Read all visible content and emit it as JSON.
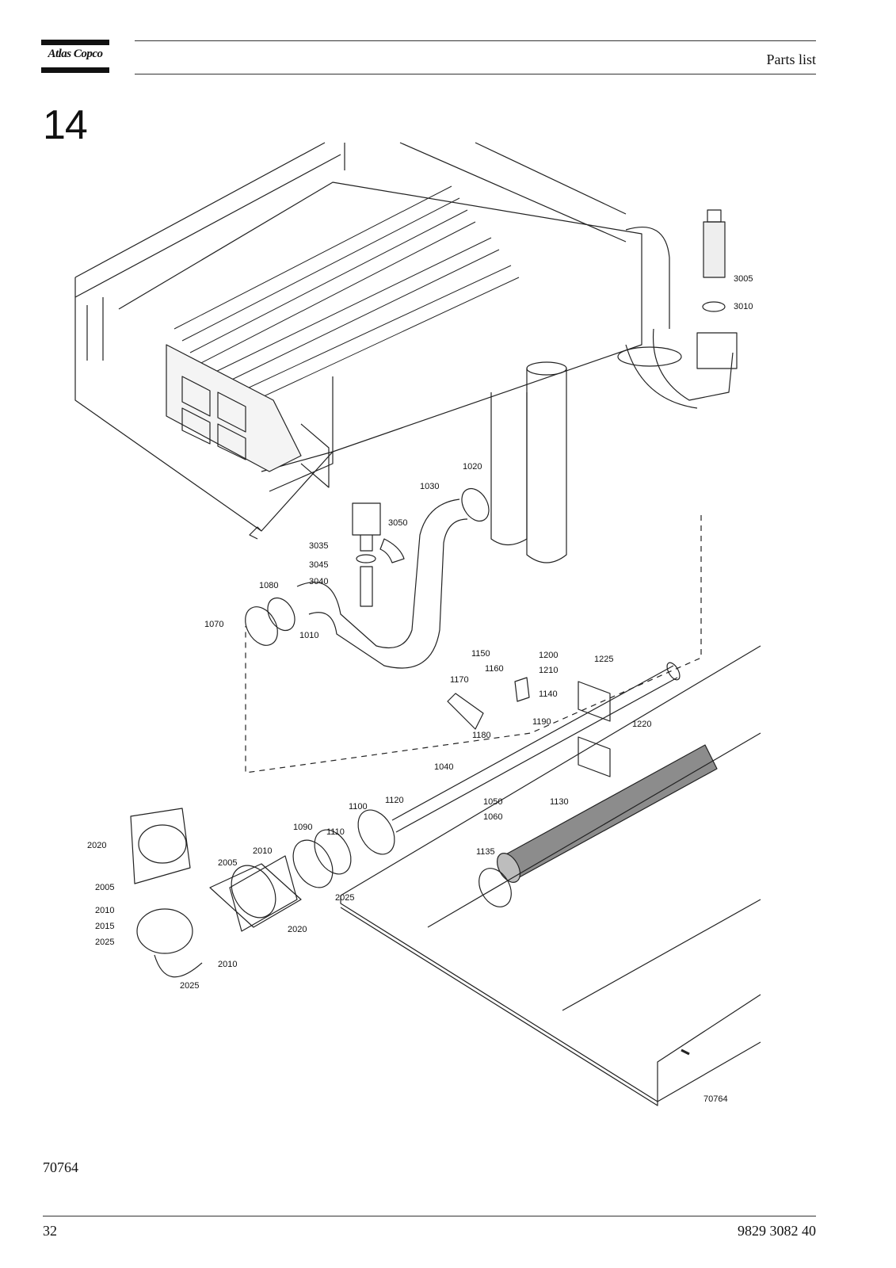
{
  "header": {
    "logo_text": "Atlas Copco",
    "section_label": "Parts list"
  },
  "chapter_number": "14",
  "figure": {
    "drawing_id": "70764",
    "caption_number": "70764",
    "callouts": [
      "1010",
      "1020",
      "1030",
      "1040",
      "1050",
      "1060",
      "1070",
      "1080",
      "1090",
      "1100",
      "1110",
      "1120",
      "1130",
      "1135",
      "1140",
      "1150",
      "1160",
      "1170",
      "1180",
      "1190",
      "1200",
      "1210",
      "1220",
      "1225",
      "2005",
      "2010",
      "2015",
      "2020",
      "2025",
      "3005",
      "3010",
      "3035",
      "3040",
      "3045",
      "3050"
    ]
  },
  "footer": {
    "page_number": "32",
    "document_number": "9829 3082 40"
  }
}
